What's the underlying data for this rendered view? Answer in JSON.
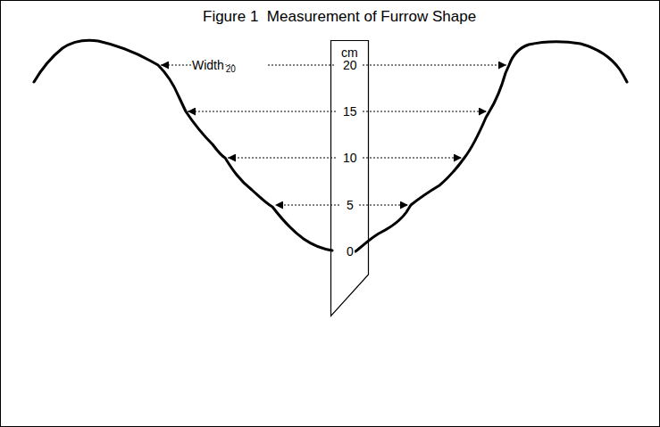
{
  "diagram": {
    "title": "Figure 1  Measurement of Furrow Shape",
    "nodes": [
      {
        "text": [
          "cm",
          "20",
          "15",
          "10",
          "5",
          "0"
        ]
      }
    ],
    "labels": [
      "Width",
      "20"
    ]
  }
}
